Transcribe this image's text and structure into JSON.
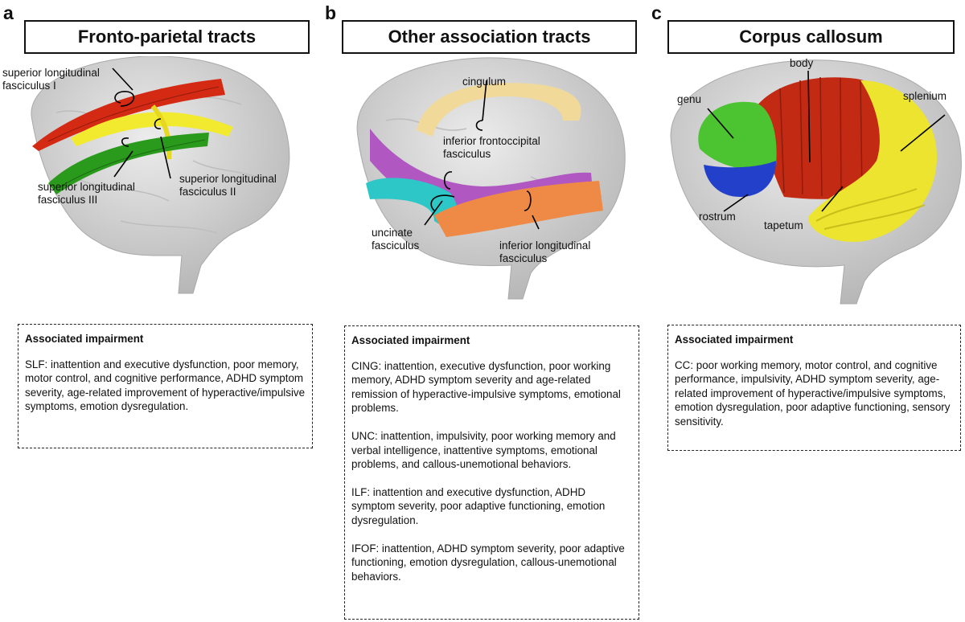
{
  "panels": [
    {
      "letter": "a",
      "title": "Fronto-parietal tracts",
      "labels": {
        "slf1": "superior longitudinal\nfasciculus I",
        "slf2": "superior longitudinal\nfasciculus II",
        "slf3": "superior longitudinal\nfasciculus III"
      },
      "box": {
        "heading": "Associated impairment",
        "paragraphs": [
          "SLF: inattention and executive dysfunction, poor memory, motor control, and cognitive performance, ADHD symptom severity, age-related improvement of hyperactive/impulsive symptoms, emotion dysregulation."
        ]
      }
    },
    {
      "letter": "b",
      "title": "Other association tracts",
      "labels": {
        "cingulum": "cingulum",
        "ifof": "inferior frontoccipital\nfasciculus",
        "uncinate": "uncinate\nfasciculus",
        "ilf": "inferior longitudinal\nfasciculus"
      },
      "box": {
        "heading": "Associated impairment",
        "paragraphs": [
          "CING: inattention, executive dysfunction, poor working memory, ADHD symptom severity and age-related remission of hyperactive-impulsive symptoms, emotional problems.",
          "UNC: inattention, impulsivity, poor working memory and verbal intelligence, inattentive symptoms, emotional problems, and callous-unemotional behaviors.",
          "ILF: inattention and executive dysfunction, ADHD symptom severity, poor adaptive functioning, emotion dysregulation.",
          "IFOF: inattention, ADHD symptom severity, poor adaptive functioning, emotion dysregulation, callous-unemotional behaviors."
        ]
      }
    },
    {
      "letter": "c",
      "title": "Corpus callosum",
      "labels": {
        "body": "body",
        "genu": "genu",
        "splenium": "splenium",
        "rostrum": "rostrum",
        "tapetum": "tapetum"
      },
      "box": {
        "heading": "Associated impairment",
        "paragraphs": [
          "CC: poor working memory, motor control, and cognitive performance, impulsivity, ADHD symptom severity, age-related improvement of hyperactive/impulsive symptoms, emotion dysregulation, poor adaptive functioning, sensory sensitivity."
        ]
      }
    }
  ],
  "colors": {
    "brain": "#d2d2d2",
    "slf1": "#d42a14",
    "slf2": "#f2ea2e",
    "slf3": "#2a9a1c",
    "cingulum": "#f1d99a",
    "ifof": "#b057c2",
    "uncinate": "#2ec7c7",
    "ilf": "#ee8a45",
    "cc_body": "#c32a14",
    "cc_genu": "#4cc431",
    "cc_rostrum": "#2240c9",
    "cc_splenium": "#ece42e"
  }
}
